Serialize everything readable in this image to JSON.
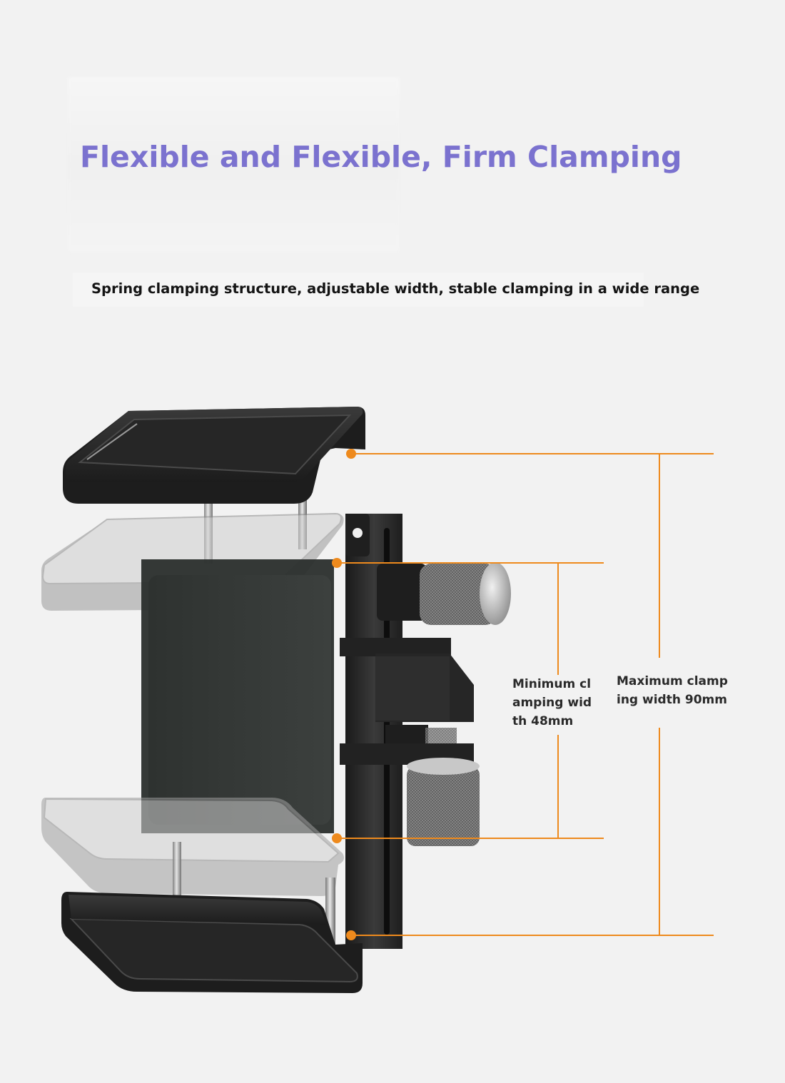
{
  "heading": {
    "title": "Flexible and Flexible, Firm Clamping",
    "subtitle": "Spring clamping structure, adjustable width, stable clamping in a wide range"
  },
  "annotations": {
    "min_width": {
      "lines": [
        "Minimum cl",
        "amping wid",
        "th 48mm"
      ]
    },
    "max_width": {
      "lines": [
        "Maximum clamp",
        "ing width 90mm"
      ]
    }
  },
  "colors": {
    "title": "#7b72cf",
    "dimension_line": "#ee8a1d",
    "clamp_body": "#2b2b2b",
    "background": "#f2f2f2"
  }
}
